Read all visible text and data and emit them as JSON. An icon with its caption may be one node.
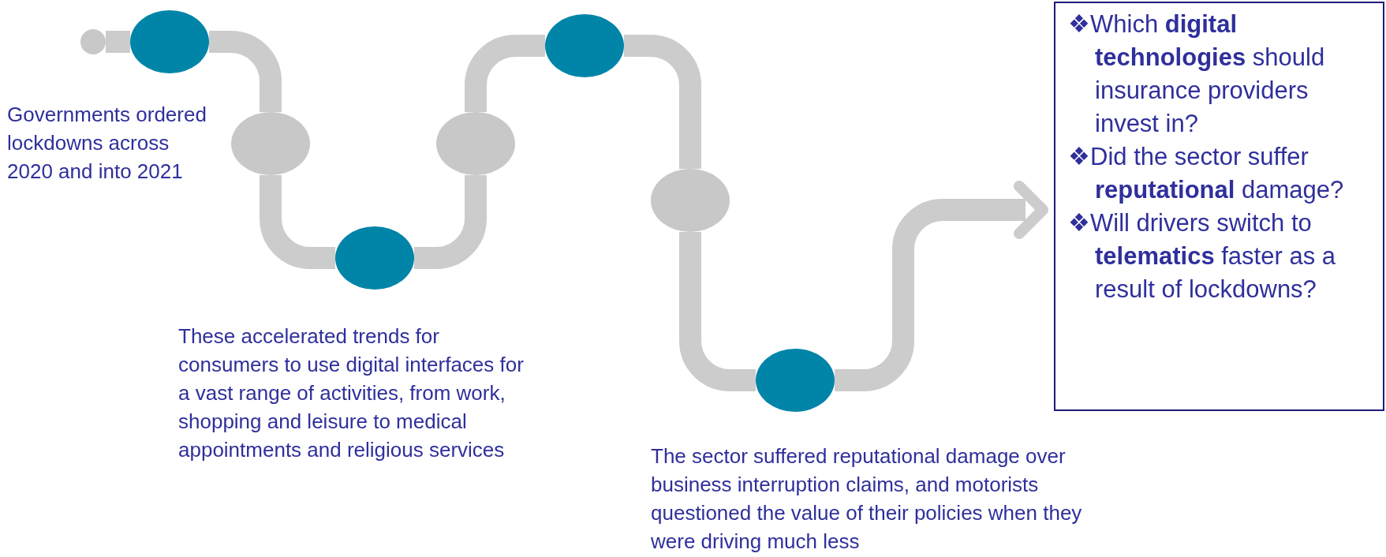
{
  "diagram": {
    "nodes": [
      {
        "text": [],
        "shape": "circle"
      },
      {
        "text": [],
        "shape": "circle",
        "beside": [
          "Governments ordered lockdowns across 2020 and into 2021"
        ]
      },
      {
        "text": [],
        "shape": "circle"
      },
      {
        "text": [],
        "shape": "circle",
        "beside": [
          "These accelerated trends for consumers to use digital interfaces for a vast range of activities, from work, shopping and leisure to medical appointments and religious services"
        ]
      },
      {
        "text": [],
        "shape": "circle"
      },
      {
        "text": [],
        "shape": "circle"
      },
      {
        "text": [],
        "shape": "circle"
      },
      {
        "text": [],
        "shape": "circle",
        "beside": [
          "The sector suffered reputational damage over business interruption claims, and motorists questioned the value of their policies when they were driving much less"
        ]
      },
      {
        "text": [
          "❖Which **digital technologies** should insurance providers invest in?",
          "❖Did the sector suffer **reputational** damage?",
          "❖Will drivers switch to **telematics** faster as a result of lockdowns?"
        ]
      }
    ],
    "edges": [
      {
        "from": 0,
        "to": 1,
        "arrow": "none"
      },
      {
        "from": 1,
        "to": 2,
        "arrow": "none"
      },
      {
        "from": 2,
        "to": 3,
        "arrow": "none"
      },
      {
        "from": 3,
        "to": 4,
        "arrow": "none"
      },
      {
        "from": 4,
        "to": 5,
        "arrow": "none"
      },
      {
        "from": 5,
        "to": 6,
        "arrow": "none"
      },
      {
        "from": 6,
        "to": 7,
        "arrow": "none"
      },
      {
        "from": 7,
        "to": 8,
        "arrow": "to"
      }
    ]
  }
}
